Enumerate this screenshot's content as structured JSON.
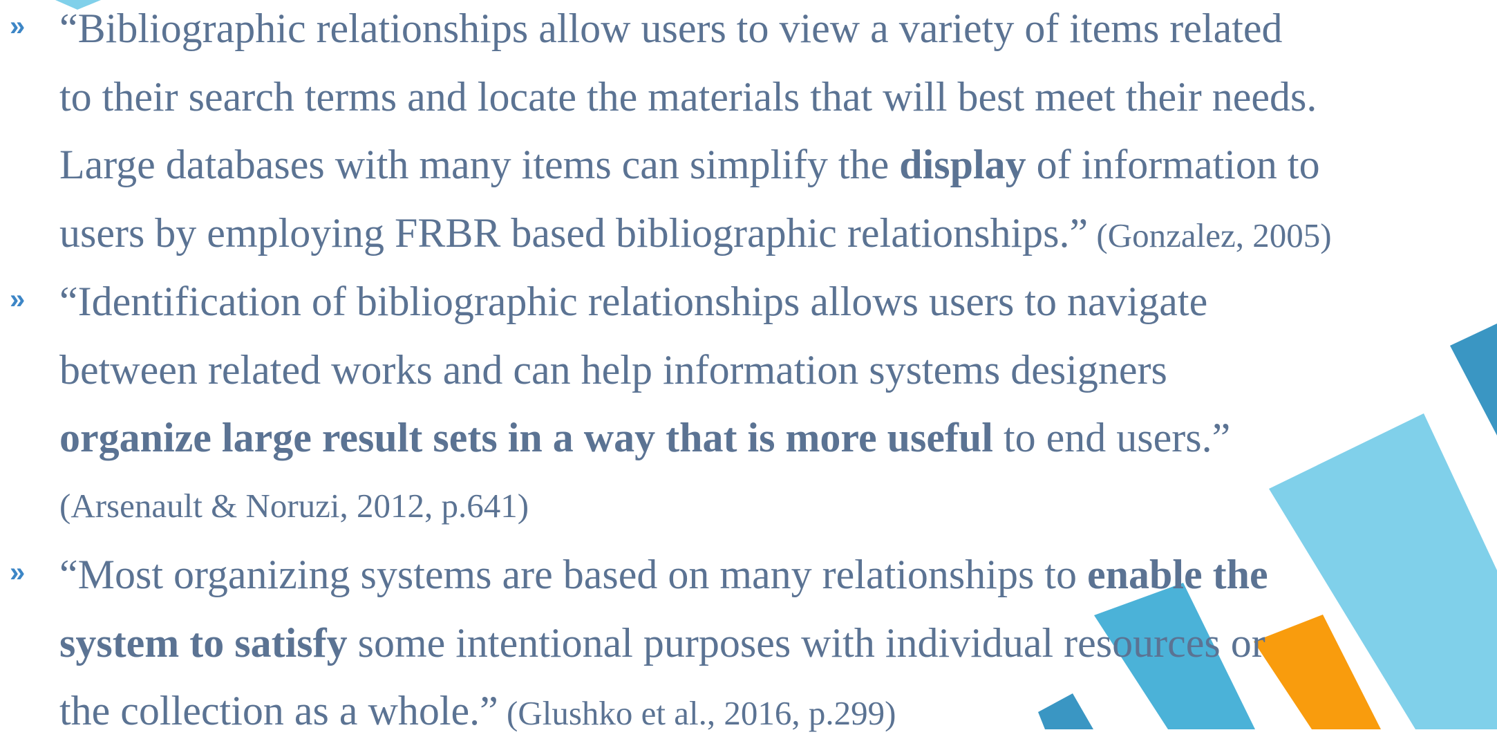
{
  "bullets": [
    {
      "marker": "»",
      "lines": [
        {
          "text": "“Bibliographic relationships allow users to view a variety of items related"
        },
        {
          "text": "to their search terms and locate the materials that will best meet their needs."
        },
        {
          "pre": "Large databases with many items can simplify the ",
          "bold": "display",
          "post": " of information to"
        },
        {
          "text": "users by employing FRBR based bibliographic relationships.”",
          "cite": " (Gonzalez, 2005)"
        }
      ]
    },
    {
      "marker": "»",
      "lines": [
        {
          "text": "“Identification of bibliographic relationships allows users to navigate"
        },
        {
          "text": "between related works and can help information systems designers"
        },
        {
          "bold": "organize large result sets in a way that is more useful",
          "post": " to end users.”"
        },
        {
          "cite": "(Arsenault & Noruzi, 2012, p.641)"
        }
      ]
    },
    {
      "marker": "»",
      "lines": [
        {
          "pre": "“Most organizing systems are based on many relationships to ",
          "bold": "enable the"
        },
        {
          "bold": "system to satisfy",
          "post": " some intentional purposes with individual resources or"
        },
        {
          "text": "the collection as a whole.”",
          "cite": " (Glushko et al., 2016, p.299)"
        }
      ]
    }
  ],
  "colors": {
    "text": "#5b7393",
    "marker": "#3d86c6",
    "shape_light_blue": "#80d0ea",
    "shape_mid_blue": "#4bb2d8",
    "shape_dark_blue": "#3a96c3",
    "shape_orange": "#f99c0d"
  }
}
